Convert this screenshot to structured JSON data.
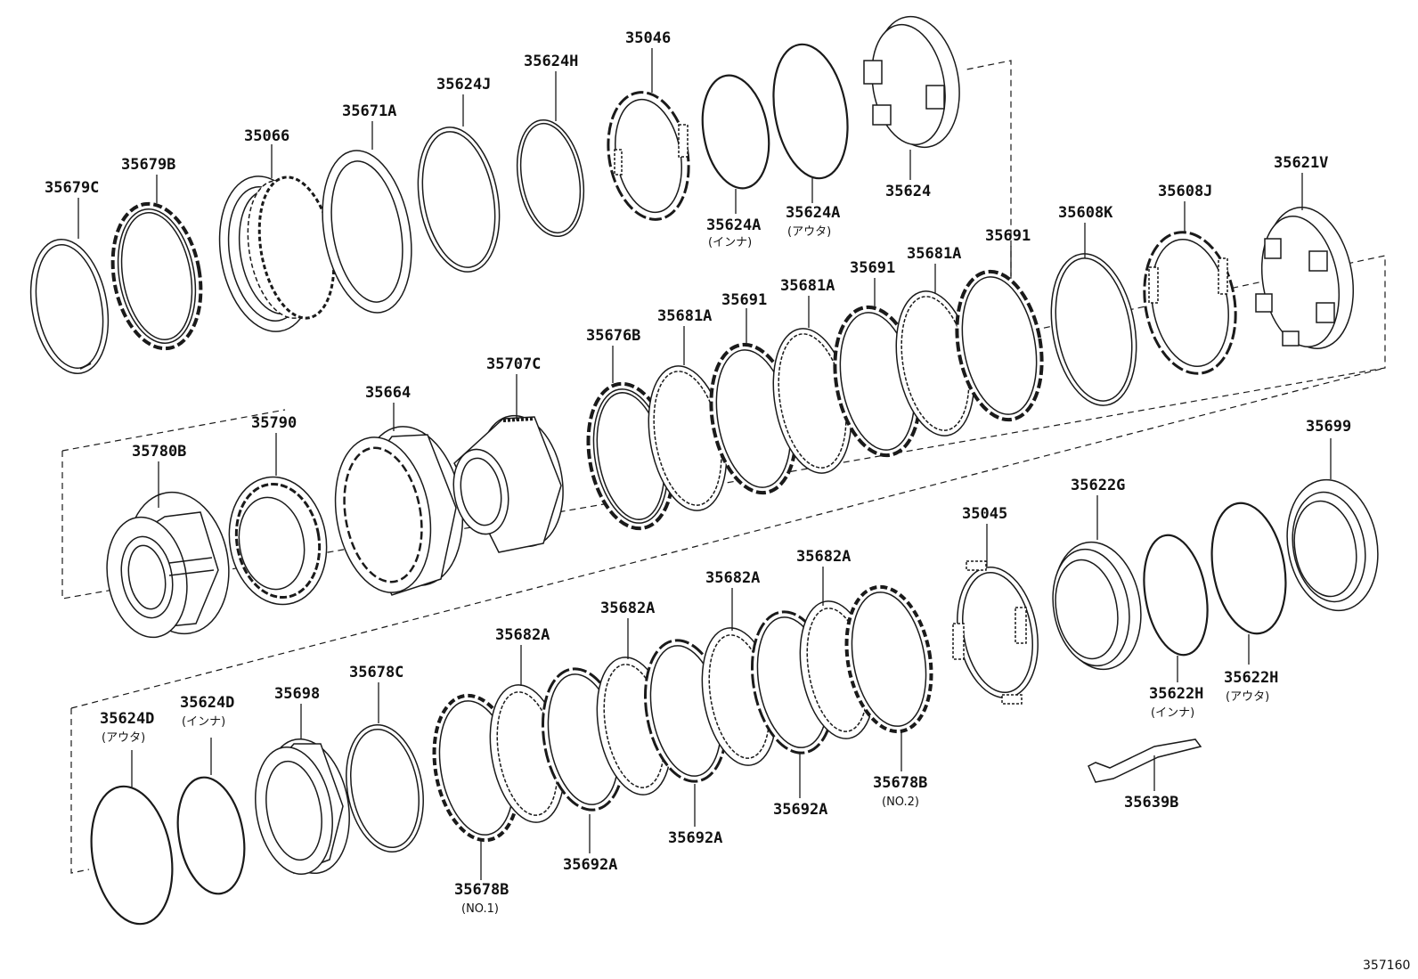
{
  "figure_number": "357160",
  "colors": {
    "line": "#1a1a1a",
    "background": "#ffffff"
  },
  "groups": {
    "top": [
      {
        "id": "35679C",
        "text": "35679C"
      },
      {
        "id": "35679B",
        "text": "35679B"
      },
      {
        "id": "35066",
        "text": "35066"
      },
      {
        "id": "35671A",
        "text": "35671A"
      },
      {
        "id": "35624J",
        "text": "35624J"
      },
      {
        "id": "35624H",
        "text": "35624H"
      },
      {
        "id": "35046",
        "text": "35046"
      },
      {
        "id": "35624A_inner",
        "text": "35624A",
        "note": "(インナ)"
      },
      {
        "id": "35624A_outer",
        "text": "35624A",
        "note": "(アウタ)"
      },
      {
        "id": "35624",
        "text": "35624"
      }
    ],
    "middle": [
      {
        "id": "35780B",
        "text": "35780B"
      },
      {
        "id": "35790",
        "text": "35790"
      },
      {
        "id": "35664",
        "text": "35664"
      },
      {
        "id": "35707C",
        "text": "35707C"
      },
      {
        "id": "35676B",
        "text": "35676B"
      },
      {
        "id": "35681A_1",
        "text": "35681A"
      },
      {
        "id": "35691_1",
        "text": "35691"
      },
      {
        "id": "35681A_2",
        "text": "35681A"
      },
      {
        "id": "35691_2",
        "text": "35691"
      },
      {
        "id": "35681A_3",
        "text": "35681A"
      },
      {
        "id": "35691_3",
        "text": "35691"
      },
      {
        "id": "35608K",
        "text": "35608K"
      },
      {
        "id": "35608J",
        "text": "35608J"
      },
      {
        "id": "35621V",
        "text": "35621V"
      }
    ],
    "bottom": [
      {
        "id": "35624D_outer",
        "text": "35624D",
        "note": "(アウタ)"
      },
      {
        "id": "35624D_inner",
        "text": "35624D",
        "note": "(インナ)"
      },
      {
        "id": "35698",
        "text": "35698"
      },
      {
        "id": "35678C",
        "text": "35678C"
      },
      {
        "id": "35678B_no1",
        "text": "35678B",
        "note": "(NO.1)"
      },
      {
        "id": "35682A_1",
        "text": "35682A"
      },
      {
        "id": "35692A_1",
        "text": "35692A"
      },
      {
        "id": "35682A_2",
        "text": "35682A"
      },
      {
        "id": "35692A_2",
        "text": "35692A"
      },
      {
        "id": "35682A_3",
        "text": "35682A"
      },
      {
        "id": "35682A_4",
        "text": "35682A"
      },
      {
        "id": "35692A_3",
        "text": "35692A"
      },
      {
        "id": "35678B_no2",
        "text": "35678B",
        "note": "(NO.2)"
      },
      {
        "id": "35045",
        "text": "35045"
      },
      {
        "id": "35622G",
        "text": "35622G"
      },
      {
        "id": "35622H_inner",
        "text": "35622H",
        "note": "(インナ)"
      },
      {
        "id": "35622H_outer",
        "text": "35622H",
        "note": "(アウタ)"
      },
      {
        "id": "35699",
        "text": "35699"
      },
      {
        "id": "35639B",
        "text": "35639B"
      }
    ]
  }
}
